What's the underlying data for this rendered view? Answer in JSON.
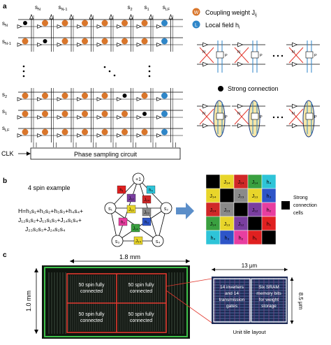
{
  "panel_labels": {
    "a": "a",
    "b": "b",
    "c": "c"
  },
  "a": {
    "col_labels": [
      {
        "base": "s",
        "sub": "N"
      },
      {
        "base": "s",
        "sub": "N-1"
      },
      {
        "base": "s",
        "sub": "2"
      },
      {
        "base": "s",
        "sub": "1"
      },
      {
        "base": "s",
        "sub": "LF"
      }
    ],
    "row_labels_top": [
      {
        "base": "s",
        "sub": "N"
      },
      {
        "base": "s",
        "sub": "N-1"
      }
    ],
    "row_labels_bottom": [
      {
        "base": "s",
        "sub": "2"
      },
      {
        "base": "s",
        "sub": "1"
      },
      {
        "base": "s",
        "sub": "LF"
      }
    ],
    "clk_label": "CLK",
    "phase_circuit_label": "Phase sampling circuit",
    "legend": {
      "coupling_symbol": "W",
      "coupling_text": "Coupling weight J",
      "coupling_sub": "ij",
      "field_symbol": "L",
      "field_text": "Local field h",
      "field_sub": "i",
      "strong_text": "Strong connection"
    },
    "colors": {
      "coupling": "#d9762b",
      "field": "#2f86c8",
      "strong": "#000000",
      "highlight": "#f7e7a8"
    },
    "unit_labels": [
      "N",
      "P"
    ]
  },
  "b": {
    "title": "4 spin example",
    "hamiltonian_lines": [
      "H=h₁s₁+h₂s₂+h₃s₃+h₄s₄+",
      "J₁₂s₁s₂+J₁₃s₁s₃+J₁₄s₁s₄+",
      "J₂₃s₂s₃+J₂₄s₂s₄"
    ],
    "graph_nodes": [
      "+1",
      "s₁",
      "s₂",
      "s₃",
      "s₄"
    ],
    "graph_edge_labels": [
      {
        "label": "h₁",
        "color": "#e02020"
      },
      {
        "label": "h₄",
        "color": "#2ec4d8"
      },
      {
        "label": "h₂",
        "color": "#e83ea0"
      },
      {
        "label": "h₃",
        "color": "#2e55c8"
      },
      {
        "label": "J₁₂",
        "color": "#7a3ea0"
      },
      {
        "label": "J₁₃",
        "color": "#e8d52a"
      },
      {
        "label": "J₁₄",
        "color": "#3aa040"
      },
      {
        "label": "J₂₃",
        "color": "#8a8a8a"
      },
      {
        "label": "J₂₄",
        "color": "#d02828"
      },
      {
        "label": "J₃₄",
        "color": "#e8d52a"
      }
    ],
    "matrix": [
      [
        {
          "t": "",
          "c": "#000000"
        },
        {
          "t": "J₃₄",
          "c": "#e8d52a"
        },
        {
          "t": "J₂₄",
          "c": "#d02828"
        },
        {
          "t": "J₁₄",
          "c": "#3aa040"
        },
        {
          "t": "h₄",
          "c": "#2ec4d8"
        }
      ],
      [
        {
          "t": "J₃₄",
          "c": "#e8d52a"
        },
        {
          "t": "",
          "c": "#000000"
        },
        {
          "t": "J₂₃",
          "c": "#8a8a8a"
        },
        {
          "t": "J₁₃",
          "c": "#e8d52a"
        },
        {
          "t": "h₃",
          "c": "#2e55c8"
        }
      ],
      [
        {
          "t": "J₂₄",
          "c": "#d02828"
        },
        {
          "t": "J₂₃",
          "c": "#8a8a8a"
        },
        {
          "t": "",
          "c": "#000000"
        },
        {
          "t": "J₁₂",
          "c": "#7a3ea0"
        },
        {
          "t": "h₂",
          "c": "#e83ea0"
        }
      ],
      [
        {
          "t": "J₁₄",
          "c": "#3aa040"
        },
        {
          "t": "J₁₃",
          "c": "#e8d52a"
        },
        {
          "t": "J₁₂",
          "c": "#7a3ea0"
        },
        {
          "t": "",
          "c": "#000000"
        },
        {
          "t": "h₁",
          "c": "#e02020"
        }
      ],
      [
        {
          "t": "h₄",
          "c": "#2ec4d8"
        },
        {
          "t": "h₃",
          "c": "#2e55c8"
        },
        {
          "t": "h₂",
          "c": "#e83ea0"
        },
        {
          "t": "h₁",
          "c": "#e02020"
        },
        {
          "t": "",
          "c": "#000000"
        }
      ]
    ],
    "strong_legend": [
      "Strong",
      "connection",
      "cells"
    ]
  },
  "c": {
    "width_label": "1.8 mm",
    "height_label": "1.0 mm",
    "quadrant_text": [
      "50 spin fully",
      "connected"
    ],
    "tile_width_label": "13 μm",
    "tile_height_label": "8.5 μm",
    "tile_left_text": [
      "14 inverters",
      "and 14",
      "transmission",
      "gates"
    ],
    "tile_right_text": [
      "Six SRAM",
      "memory bits",
      "for weight",
      "storage"
    ],
    "tile_caption": "Unit tile layout"
  }
}
